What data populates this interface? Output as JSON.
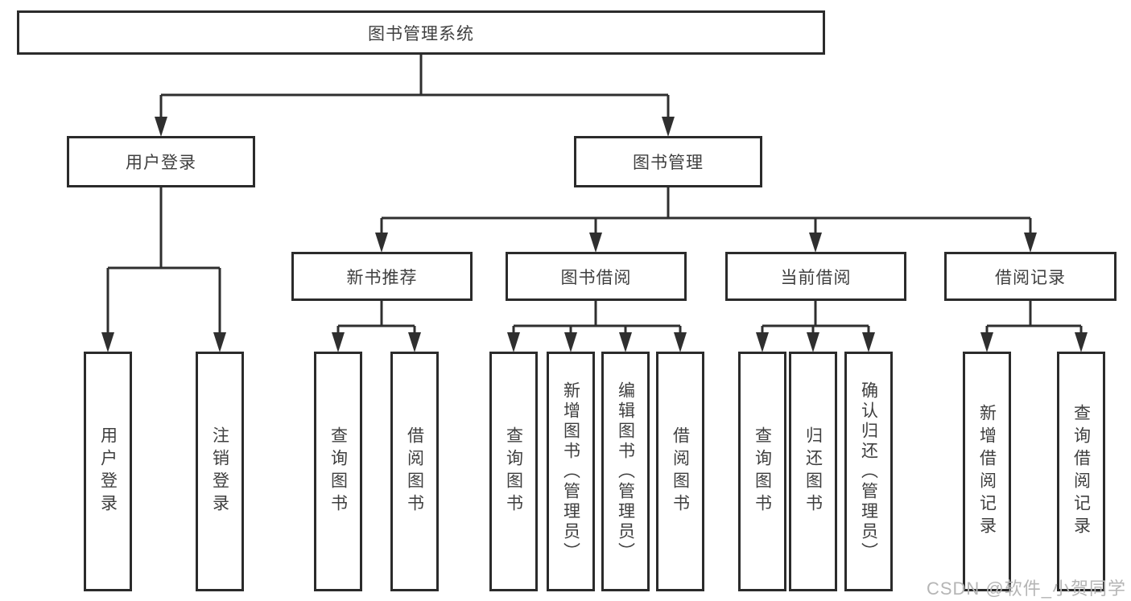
{
  "diagram": {
    "root": {
      "label": "图书管理系统"
    },
    "user_login": {
      "label": "用户登录",
      "children": [
        {
          "label": "用户登录"
        },
        {
          "label": "注销登录"
        }
      ]
    },
    "book_mgmt": {
      "label": "图书管理",
      "sections": [
        {
          "label": "新书推荐",
          "children": [
            {
              "label": "查询图书"
            },
            {
              "label": "借阅图书"
            }
          ]
        },
        {
          "label": "图书借阅",
          "children": [
            {
              "label": "查询图书"
            },
            {
              "label": "新增图书（管理员）"
            },
            {
              "label": "编辑图书（管理员）"
            },
            {
              "label": "借阅图书"
            }
          ]
        },
        {
          "label": "当前借阅",
          "children": [
            {
              "label": "查询图书"
            },
            {
              "label": "归还图书"
            },
            {
              "label": "确认归还（管理员）"
            }
          ]
        },
        {
          "label": "借阅记录",
          "children": [
            {
              "label": "新增借阅记录"
            },
            {
              "label": "查询借阅记录"
            }
          ]
        }
      ]
    },
    "colors": {
      "line": "#2f2f2f",
      "border": "#2b2b2b",
      "text": "#3f3f3f",
      "watermark": "#b5b5b5"
    }
  },
  "watermark": {
    "text": "CSDN @软件_小贺同学"
  }
}
